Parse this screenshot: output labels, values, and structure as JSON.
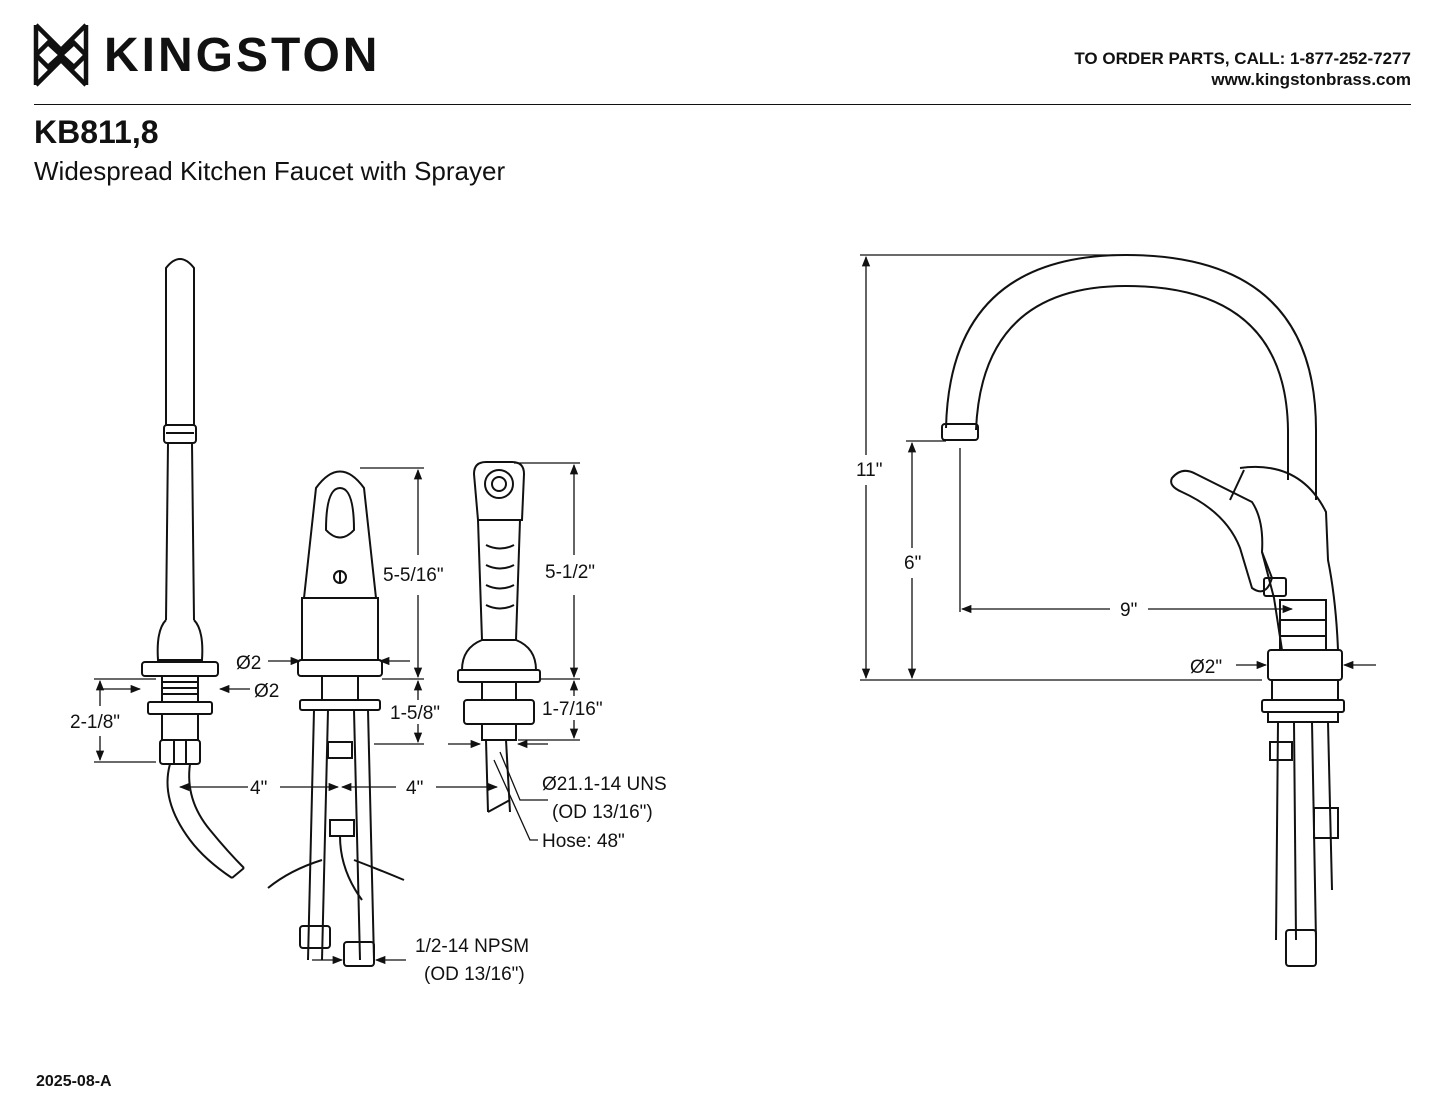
{
  "header": {
    "brand": "KINGSTON",
    "contact_line": "TO ORDER PARTS, CALL: 1-877-252-7277",
    "website": "www.kingstonbrass.com"
  },
  "product": {
    "model": "KB811,8",
    "description": "Widespread Kitchen Faucet with Sprayer"
  },
  "dimensions": {
    "handle_diameter": "Ø2",
    "stem_diameter": "Ø2",
    "handle_shank_height": "2-1/8\"",
    "spacing_left": "4\"",
    "spacing_right": "4\"",
    "spout_base_height": "5-5/16\"",
    "spout_base_diameter": "Ø2",
    "spout_shank_height": "1-5/8\"",
    "sprayer_height": "5-1/2\"",
    "sprayer_shank_height": "1-7/16\"",
    "sprayer_thread": "Ø21.1-14 UNS",
    "sprayer_thread_od": "(OD 13/16\")",
    "hose_length": "Hose: 48\"",
    "supply_thread": "1/2-14 NPSM",
    "supply_thread_od": "(OD 13/16\")",
    "overall_height": "11\"",
    "spout_outlet_height": "6\"",
    "spout_reach": "9\"",
    "body_diameter": "Ø2\""
  },
  "footer": {
    "revision": "2025-08-A"
  }
}
